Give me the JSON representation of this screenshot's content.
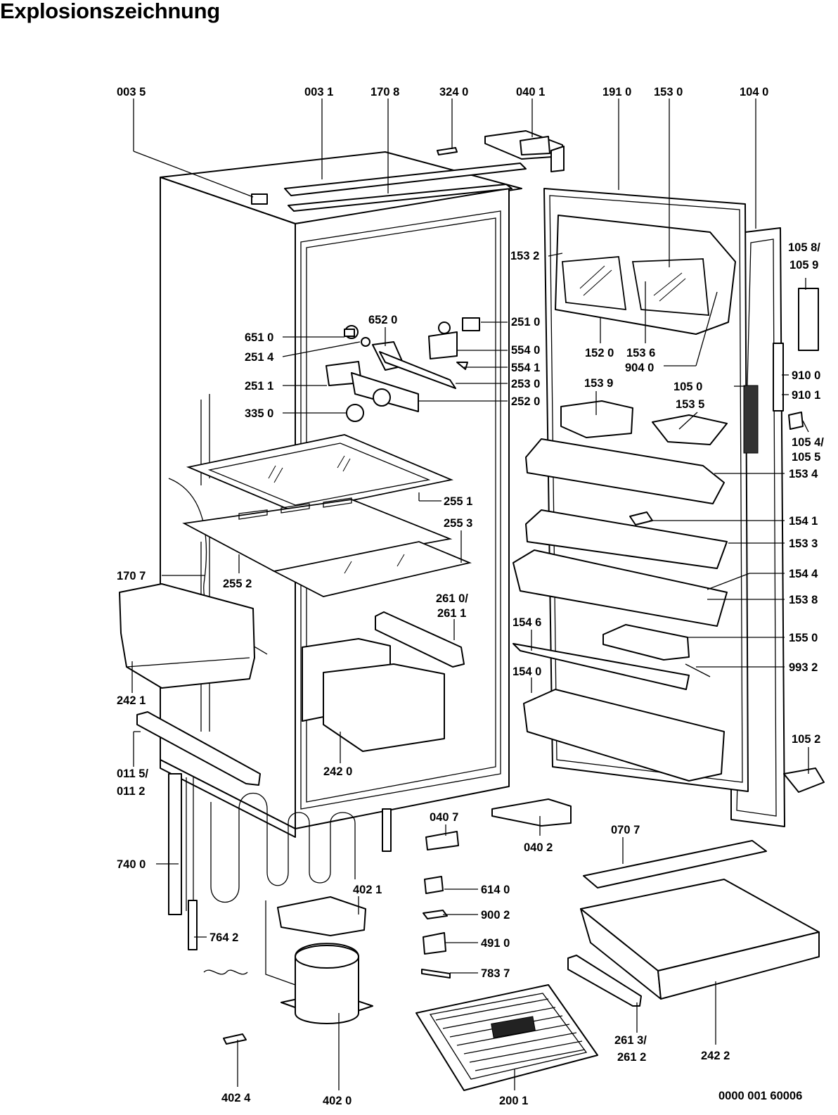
{
  "title": "Explosionszeichnung",
  "drawing_number": "0000 001 60006",
  "part_labels": [
    "003 5",
    "003 1",
    "170 8",
    "324 0",
    "040 1",
    "191 0",
    "153 0",
    "104 0",
    "105 8/",
    "105 9",
    "153 2",
    "651 0",
    "652 0",
    "251 0",
    "251 4",
    "554 0",
    "554 1",
    "152 0",
    "153 6",
    "904 0",
    "910 0",
    "251 1",
    "253 0",
    "105 0",
    "910 1",
    "153 9",
    "153 5",
    "252 0",
    "335 0",
    "105 4/",
    "105 5",
    "153 4",
    "255 1",
    "255 3",
    "154 1",
    "153 3",
    "170 7",
    "255 2",
    "154 4",
    "153 8",
    "261 0/",
    "261 1",
    "154 6",
    "155 0",
    "993 2",
    "154 0",
    "242 1",
    "105 2",
    "011 5/",
    "011 2",
    "242 0",
    "040 7",
    "040 2",
    "070 7",
    "740 0",
    "614 0",
    "402 1",
    "900 2",
    "764 2",
    "491 0",
    "783 7",
    "261 3/",
    "261 2",
    "242 2",
    "402 4",
    "402 0",
    "200 1"
  ]
}
